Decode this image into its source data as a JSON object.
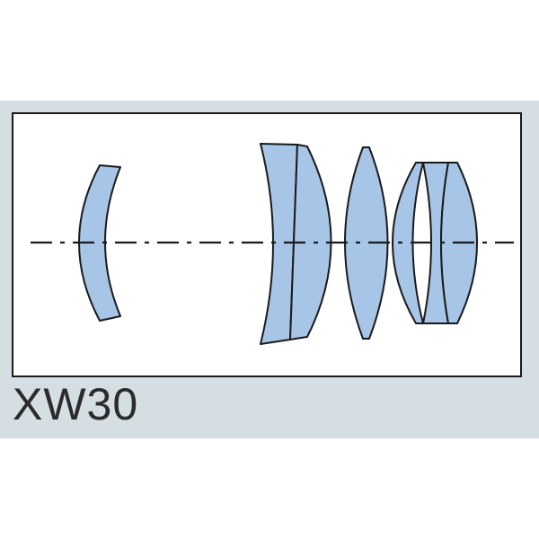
{
  "model": "XW30",
  "colors": {
    "background_band": "#d5dee3",
    "panel": "#ffffff",
    "lens_fill": "#a7c5e7",
    "outline": "#1a1a1a"
  },
  "lens_elements": [
    {
      "id": "element-1",
      "shape": "meniscus"
    },
    {
      "id": "element-2",
      "shape": "concave-front"
    },
    {
      "id": "element-3",
      "shape": "plano-convex"
    },
    {
      "id": "element-4",
      "shape": "biconvex"
    },
    {
      "id": "element-5",
      "shape": "convex-meniscus"
    },
    {
      "id": "element-6",
      "shape": "biconcave-thin"
    },
    {
      "id": "element-7",
      "shape": "biconvex-rear"
    }
  ]
}
